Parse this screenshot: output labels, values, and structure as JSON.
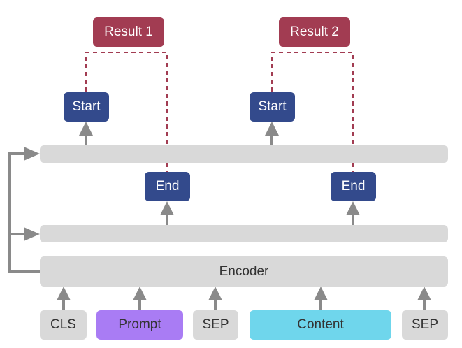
{
  "results": [
    "Result 1",
    "Result 2"
  ],
  "start_label": "Start",
  "end_label": "End",
  "encoder_label": "Encoder",
  "tokens": [
    "CLS",
    "Prompt",
    "SEP",
    "Content",
    "SEP"
  ],
  "colors": {
    "result": "#a23c52",
    "start_end": "#334a8c",
    "bar": "#d9d9d9",
    "prompt": "#a97cf4",
    "content": "#6fd6ec",
    "token_plain": "#d9d9d9",
    "arrow": "#8a8a8a",
    "dashed": "#a23c52"
  }
}
